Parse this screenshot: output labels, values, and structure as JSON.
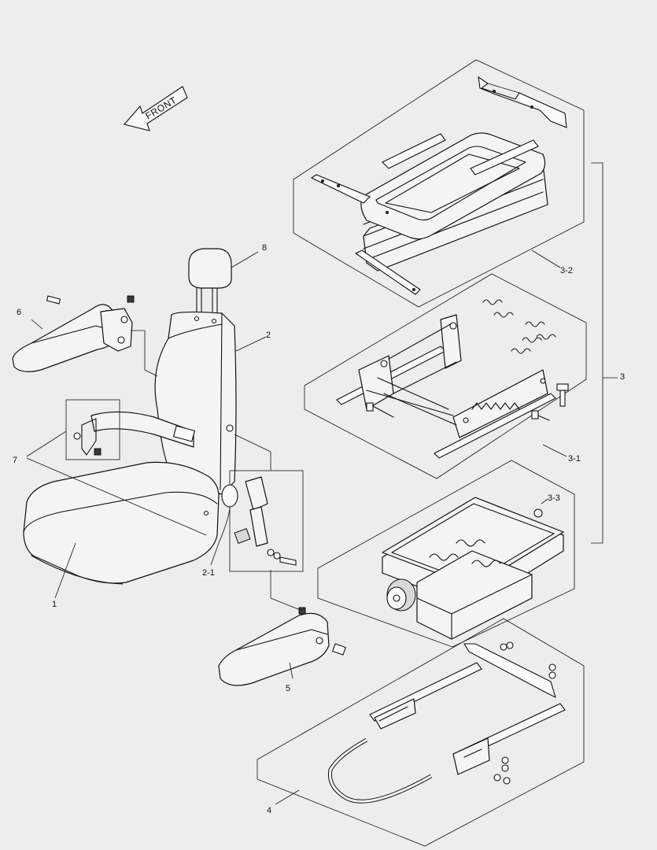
{
  "diagram": {
    "direction_arrow": "FRONT",
    "labels": {
      "1": "1",
      "2": "2",
      "2_1": "2-1",
      "3": "3",
      "3_1": "3-1",
      "3_2": "3-2",
      "3_3": "3-3",
      "4": "4",
      "5": "5",
      "6": "6",
      "7": "7",
      "8": "8"
    }
  }
}
